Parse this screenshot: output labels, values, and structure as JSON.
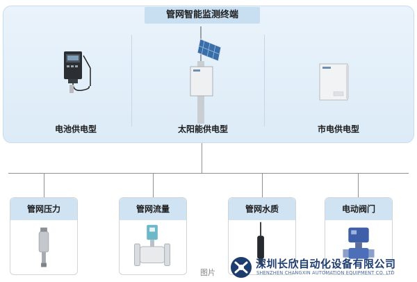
{
  "top": {
    "title": "管网智能监测终端",
    "devices": [
      {
        "label": "电池供电型",
        "icon": "battery-powered-terminal-icon"
      },
      {
        "label": "太阳能供电型",
        "icon": "solar-powered-terminal-icon"
      },
      {
        "label": "市电供电型",
        "icon": "mains-powered-terminal-icon"
      }
    ]
  },
  "sensors": [
    {
      "label": "管网压力",
      "icon": "pressure-sensor-icon"
    },
    {
      "label": "管网流量",
      "icon": "flow-meter-icon"
    },
    {
      "label": "管网水质",
      "icon": "water-quality-probe-icon"
    },
    {
      "label": "电动阀门",
      "icon": "electric-valve-icon"
    }
  ],
  "watermark": {
    "prefix": "图片",
    "company_cn": "深圳长欣自动化设备有限公司",
    "company_en": "SHENZHEN CHANGXIN AUTOMATION EQUIPMENT CO. LTD"
  },
  "colors": {
    "panel_bg": "#e3eff9",
    "title_bg": "#c8dff1",
    "connector": "#8f8f8f",
    "brand": "#1d3d6e"
  }
}
